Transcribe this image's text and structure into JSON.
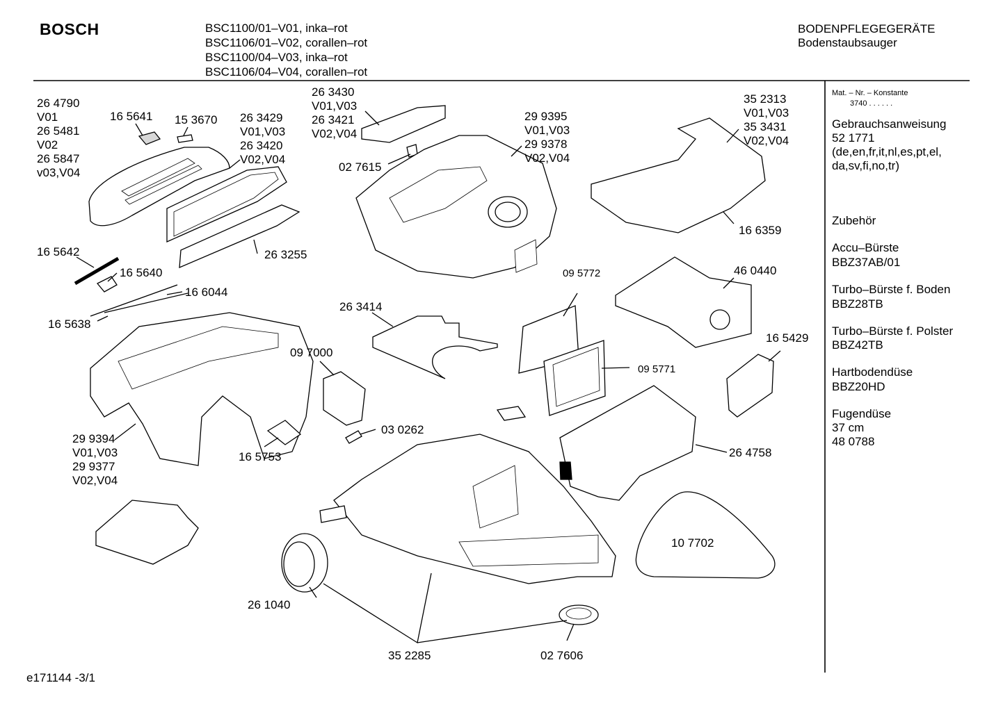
{
  "header": {
    "brand": "BOSCH",
    "models": [
      "BSC1100/01–V01, inka–rot",
      "BSC1106/01–V02, corallen–rot",
      "BSC1100/04–V03, inka–rot",
      "BSC1106/04–V04, corallen–rot"
    ],
    "category": "BODENPFLEGEGERÄTE",
    "subcategory": "Bodenstaubsauger"
  },
  "sidebar": {
    "mat_label": "Mat. – Nr. – Konstante",
    "mat_value": "3740  .  .  .  .  .  .",
    "manual_title": "Gebrauchsanweisung",
    "manual_number": "52 1771",
    "manual_langs_1": "(de,en,fr,it,nl,es,pt,el,",
    "manual_langs_2": "da,sv,fi,no,tr)",
    "accessories_title": "Zubehör",
    "accessories": [
      {
        "name": "Accu–Bürste",
        "code": "BBZ37AB/01"
      },
      {
        "name": "Turbo–Bürste f. Boden",
        "code": "BBZ28TB"
      },
      {
        "name": "Turbo–Bürste f. Polster",
        "code": "BBZ42TB"
      },
      {
        "name": "Hartbodendüse",
        "code": "BBZ20HD"
      }
    ],
    "fugenduese": {
      "name": "Fugendüse",
      "size": "37 cm",
      "code": "48 0788"
    }
  },
  "parts": {
    "p264790": [
      "26 4790",
      "V01",
      "26 5481",
      "V02",
      "26 5847",
      "v03,V04"
    ],
    "p165641": "16 5641",
    "p153670": "15 3670",
    "p263429": [
      "26 3429",
      "V01,V03",
      "26 3420",
      "V02,V04"
    ],
    "p263430": [
      "26 3430",
      "V01,V03",
      "26 3421",
      "V02,V04"
    ],
    "p027615": "02 7615",
    "p299395": [
      "29 9395",
      "V01,V03",
      "29 9378",
      "V02,V04"
    ],
    "p352313": [
      "35 2313",
      "V01,V03",
      "35 3431",
      "V02,V04"
    ],
    "p166359": "16 6359",
    "p263255": "26 3255",
    "p165642": "16 5642",
    "p165640": "16 5640",
    "p166044": "16 6044",
    "p165638": "16 5638",
    "p263414": "26 3414",
    "p095772": "09 5772",
    "p460440": "46 0440",
    "p165429": "16 5429",
    "p097000": "09 7000",
    "p095771": "09 5771",
    "p030262": "03 0262",
    "p264758": "26 4758",
    "p299394": [
      "29 9394",
      "V01,V03",
      "29 9377",
      "V02,V04"
    ],
    "p165753": "16 5753",
    "p107702": "10 7702",
    "p261040": "26 1040",
    "p352285": "35 2285",
    "p027606": "02 7606"
  },
  "footer": {
    "code": "e171144 -3/1"
  }
}
